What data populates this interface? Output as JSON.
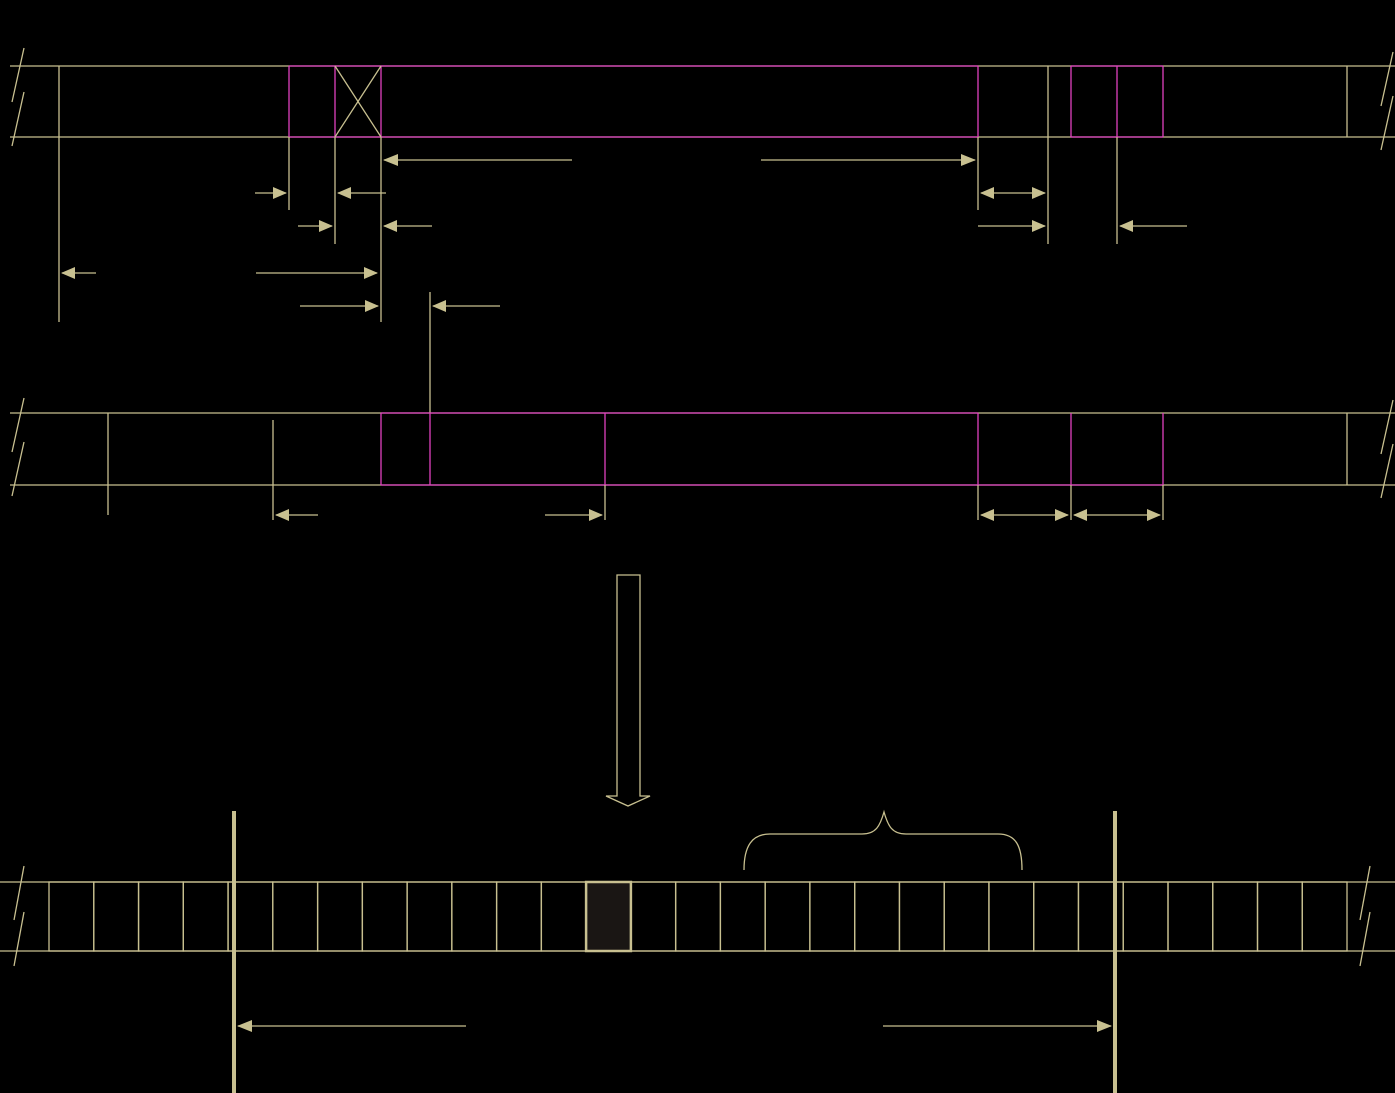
{
  "diagram": {
    "description_free": true,
    "colors": {
      "background": "#000000",
      "line": "#c8c090",
      "highlight_line": "#e040c0",
      "highlight_cell": "#1a1614"
    },
    "strips": [
      {
        "name": "top-strip",
        "label": ""
      },
      {
        "name": "middle-strip",
        "label": ""
      },
      {
        "name": "bottom-cell-strip",
        "label": ""
      }
    ],
    "bottom_strip": {
      "cell_count": 29,
      "highlighted_cell_index": 12
    },
    "icons": [
      "break-mark-icon",
      "down-arrow-icon",
      "curly-brace-icon",
      "dimension-arrow-icon"
    ]
  }
}
